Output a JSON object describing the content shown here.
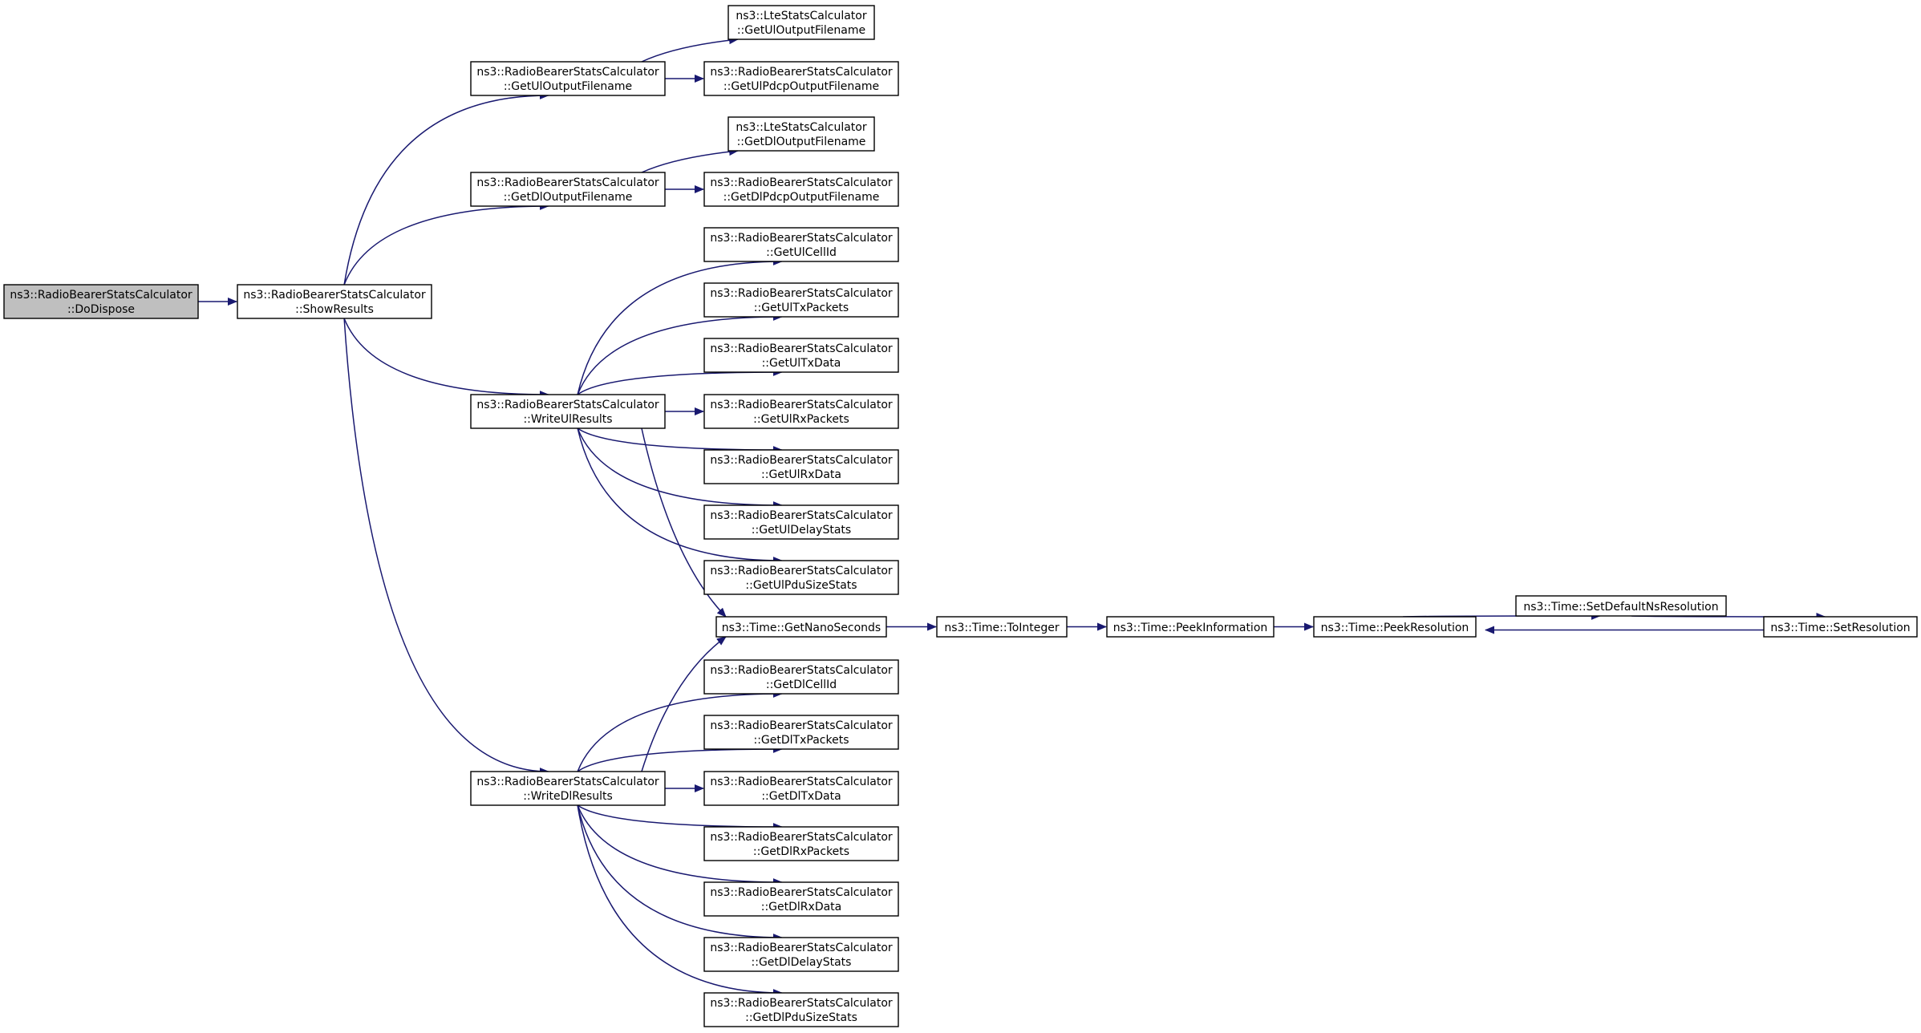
{
  "colors": {
    "edge": "#191970",
    "root_fill": "#bfbfbf",
    "node_fill": "#ffffff",
    "node_stroke": "#000000"
  },
  "nodes": {
    "dodispose": {
      "line1": "ns3::RadioBearerStatsCalculator",
      "line2": "::DoDispose"
    },
    "showresults": {
      "line1": "ns3::RadioBearerStatsCalculator",
      "line2": "::ShowResults"
    },
    "getuloutput": {
      "line1": "ns3::RadioBearerStatsCalculator",
      "line2": "::GetUlOutputFilename"
    },
    "getdloutput": {
      "line1": "ns3::RadioBearerStatsCalculator",
      "line2": "::GetDlOutputFilename"
    },
    "writeulresults": {
      "line1": "ns3::RadioBearerStatsCalculator",
      "line2": "::WriteUlResults"
    },
    "writedlresults": {
      "line1": "ns3::RadioBearerStatsCalculator",
      "line2": "::WriteDlResults"
    },
    "lte_getuloutput": {
      "line1": "ns3::LteStatsCalculator",
      "line2": "::GetUlOutputFilename"
    },
    "getulpdcpoutput": {
      "line1": "ns3::RadioBearerStatsCalculator",
      "line2": "::GetUlPdcpOutputFilename"
    },
    "lte_getdloutput": {
      "line1": "ns3::LteStatsCalculator",
      "line2": "::GetDlOutputFilename"
    },
    "getdlpdcpoutput": {
      "line1": "ns3::RadioBearerStatsCalculator",
      "line2": "::GetDlPdcpOutputFilename"
    },
    "getulcellid": {
      "line1": "ns3::RadioBearerStatsCalculator",
      "line2": "::GetUlCellId"
    },
    "getultxpackets": {
      "line1": "ns3::RadioBearerStatsCalculator",
      "line2": "::GetUlTxPackets"
    },
    "getultxdata": {
      "line1": "ns3::RadioBearerStatsCalculator",
      "line2": "::GetUlTxData"
    },
    "getulrxpackets": {
      "line1": "ns3::RadioBearerStatsCalculator",
      "line2": "::GetUlRxPackets"
    },
    "getulrxdata": {
      "line1": "ns3::RadioBearerStatsCalculator",
      "line2": "::GetUlRxData"
    },
    "getuldelaystats": {
      "line1": "ns3::RadioBearerStatsCalculator",
      "line2": "::GetUlDelayStats"
    },
    "getulpdusizestats": {
      "line1": "ns3::RadioBearerStatsCalculator",
      "line2": "::GetUlPduSizeStats"
    },
    "getnanoseconds": {
      "line1": "ns3::Time::GetNanoSeconds"
    },
    "getdlcellid": {
      "line1": "ns3::RadioBearerStatsCalculator",
      "line2": "::GetDlCellId"
    },
    "getdltxpackets": {
      "line1": "ns3::RadioBearerStatsCalculator",
      "line2": "::GetDlTxPackets"
    },
    "getdltxdata": {
      "line1": "ns3::RadioBearerStatsCalculator",
      "line2": "::GetDlTxData"
    },
    "getdlrxpackets": {
      "line1": "ns3::RadioBearerStatsCalculator",
      "line2": "::GetDlRxPackets"
    },
    "getdlrxdata": {
      "line1": "ns3::RadioBearerStatsCalculator",
      "line2": "::GetDlRxData"
    },
    "getdldelaystats": {
      "line1": "ns3::RadioBearerStatsCalculator",
      "line2": "::GetDlDelayStats"
    },
    "getdlpdusizestats": {
      "line1": "ns3::RadioBearerStatsCalculator",
      "line2": "::GetDlPduSizeStats"
    },
    "tointeger": {
      "line1": "ns3::Time::ToInteger"
    },
    "peekinformation": {
      "line1": "ns3::Time::PeekInformation"
    },
    "peekresolution": {
      "line1": "ns3::Time::PeekResolution"
    },
    "setdefaultns": {
      "line1": "ns3::Time::SetDefaultNsResolution"
    },
    "setresolution": {
      "line1": "ns3::Time::SetResolution"
    }
  },
  "edges": [
    [
      "dodispose",
      "showresults"
    ],
    [
      "showresults",
      "getuloutput"
    ],
    [
      "showresults",
      "getdloutput"
    ],
    [
      "showresults",
      "writeulresults"
    ],
    [
      "showresults",
      "writedlresults"
    ],
    [
      "getuloutput",
      "lte_getuloutput"
    ],
    [
      "getuloutput",
      "getulpdcpoutput"
    ],
    [
      "getdloutput",
      "lte_getdloutput"
    ],
    [
      "getdloutput",
      "getdlpdcpoutput"
    ],
    [
      "writeulresults",
      "getulcellid"
    ],
    [
      "writeulresults",
      "getultxpackets"
    ],
    [
      "writeulresults",
      "getultxdata"
    ],
    [
      "writeulresults",
      "getulrxpackets"
    ],
    [
      "writeulresults",
      "getulrxdata"
    ],
    [
      "writeulresults",
      "getuldelaystats"
    ],
    [
      "writeulresults",
      "getulpdusizestats"
    ],
    [
      "writeulresults",
      "getnanoseconds"
    ],
    [
      "writedlresults",
      "getnanoseconds"
    ],
    [
      "writedlresults",
      "getdlcellid"
    ],
    [
      "writedlresults",
      "getdltxpackets"
    ],
    [
      "writedlresults",
      "getdltxdata"
    ],
    [
      "writedlresults",
      "getdlrxpackets"
    ],
    [
      "writedlresults",
      "getdlrxdata"
    ],
    [
      "writedlresults",
      "getdldelaystats"
    ],
    [
      "writedlresults",
      "getdlpdusizestats"
    ],
    [
      "getnanoseconds",
      "tointeger"
    ],
    [
      "tointeger",
      "peekinformation"
    ],
    [
      "peekinformation",
      "peekresolution"
    ],
    [
      "peekresolution",
      "setdefaultns"
    ],
    [
      "setdefaultns",
      "setresolution"
    ],
    [
      "setresolution",
      "peekresolution"
    ]
  ]
}
